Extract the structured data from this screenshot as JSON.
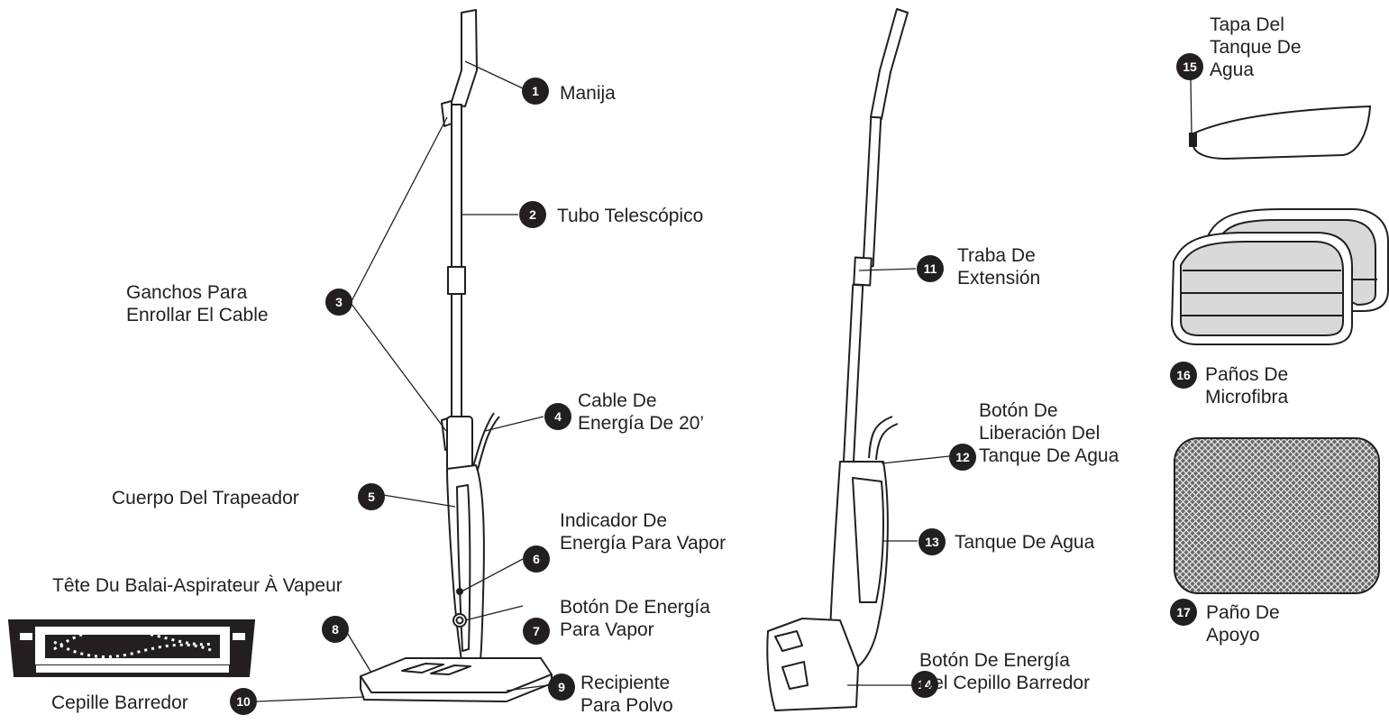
{
  "colors": {
    "ink": "#231f20",
    "body_fill": "#ffffff",
    "pad_fill": "#d9d9d9",
    "mesh_fill": "#6a6a6a"
  },
  "parts": [
    {
      "num": "1",
      "label_lines": [
        "Manija"
      ]
    },
    {
      "num": "2",
      "label_lines": [
        "Tubo Telescópico"
      ]
    },
    {
      "num": "3",
      "label_lines": [
        "Ganchos Para",
        "Enrollar El Cable"
      ]
    },
    {
      "num": "4",
      "label_lines": [
        "Cable De",
        "Energía De 20’"
      ]
    },
    {
      "num": "5",
      "label_lines": [
        "Cuerpo Del Trapeador"
      ]
    },
    {
      "num": "6",
      "label_lines": [
        "Indicador De",
        "Energía Para Vapor"
      ]
    },
    {
      "num": "7",
      "label_lines": [
        "Botón De Energía",
        "Para Vapor"
      ]
    },
    {
      "num": "8",
      "label_lines": [
        "Tête Du Balai-Aspirateur À Vapeur"
      ]
    },
    {
      "num": "9",
      "label_lines": [
        "Recipiente",
        "Para Polvo"
      ]
    },
    {
      "num": "10",
      "label_lines": [
        "Cepille Barredor"
      ]
    },
    {
      "num": "11",
      "label_lines": [
        "Traba De",
        "Extensión"
      ]
    },
    {
      "num": "12",
      "label_lines": [
        "Botón De",
        "Liberación Del",
        "Tanque De Agua"
      ]
    },
    {
      "num": "13",
      "label_lines": [
        "Tanque De Agua"
      ]
    },
    {
      "num": "14",
      "label_lines": [
        "Botón De Energía",
        "Del Cepillo Barredor"
      ]
    },
    {
      "num": "15",
      "label_lines": [
        "Tapa Del",
        "Tanque De",
        "Agua"
      ]
    },
    {
      "num": "16",
      "label_lines": [
        "Paños De",
        "Microfibra"
      ]
    },
    {
      "num": "17",
      "label_lines": [
        "Paño De",
        "Apoyo"
      ]
    }
  ]
}
